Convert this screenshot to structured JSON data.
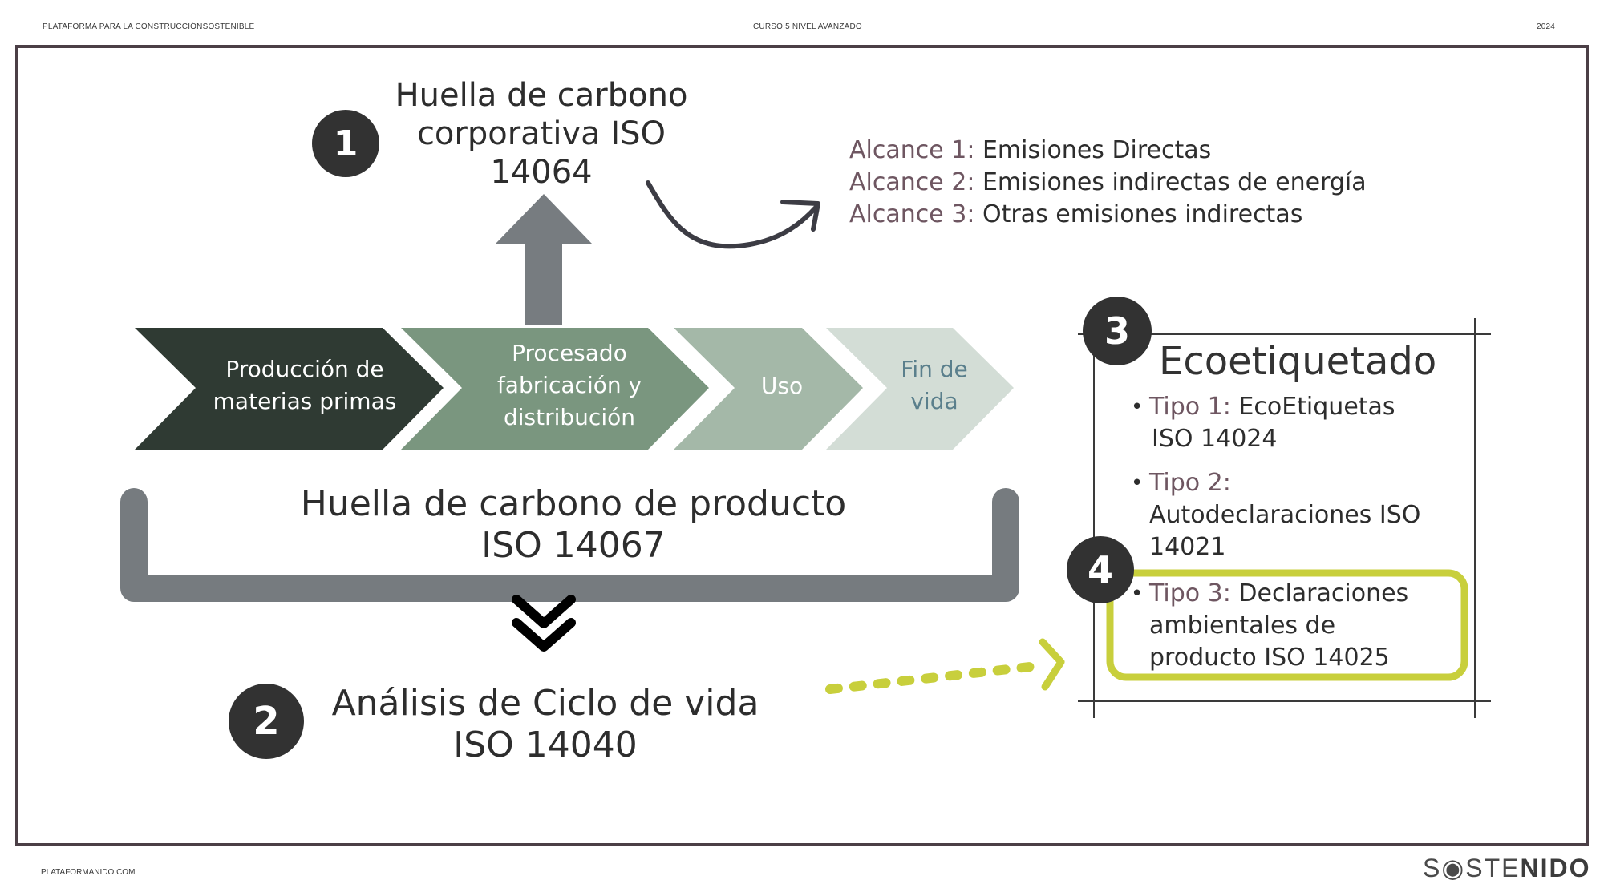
{
  "header": {
    "left": "PLATAFORMA PARA LA CONSTRUCCIÓNSOSTENIBLE",
    "center": "CURSO 5 NIVEL AVANZADO",
    "right": "2024"
  },
  "footer": {
    "left": "PLATAFORMANIDO.COM",
    "logo_part1": "S",
    "logo_part2": "STE",
    "logo_part3": "NIDO"
  },
  "corporate": {
    "number": "1",
    "title_line1": "Huella de carbono",
    "title_line2": "corporativa ISO",
    "title_line3": "14064"
  },
  "scopes": [
    {
      "key": "Alcance 1:",
      "text": " Emisiones Directas"
    },
    {
      "key": "Alcance 2:",
      "text": " Emisiones indirectas de energía"
    },
    {
      "key": "Alcance 3:",
      "text": " Otras emisiones indirectas"
    }
  ],
  "lifecycle_steps": [
    {
      "line1": "Producción de",
      "line2": "materias primas",
      "line3": "",
      "color": "#2f3a33",
      "text_color": "#ffffff"
    },
    {
      "line1": "Procesado",
      "line2": "fabricación y",
      "line3": "distribución",
      "color": "#7a967f",
      "text_color": "#ffffff"
    },
    {
      "line1": "Uso",
      "line2": "",
      "line3": "",
      "color": "#a4b8a8",
      "text_color": "#ffffff"
    },
    {
      "line1": "Fin de",
      "line2": "vida",
      "line3": "",
      "color": "#d3ddd6",
      "text_color": "#5a7f8c"
    }
  ],
  "product": {
    "line1": "Huella de carbono de producto",
    "line2": "ISO 14067"
  },
  "lca": {
    "number": "2",
    "line1": "Análisis de Ciclo de vida",
    "line2": "ISO 14040"
  },
  "ecolabel": {
    "number": "3",
    "title": "Ecoetiquetado",
    "bullet": "•",
    "type1_key": "Tipo 1:",
    "type1_line1": " EcoEtiquetas",
    "type1_line2": "ISO 14024",
    "type2_key": "Tipo 2:",
    "type2_line2": "Autodeclaraciones ISO",
    "type2_line3": "14021",
    "type3_number": "4",
    "type3_key": "Tipo 3:",
    "type3_line1": " Declaraciones",
    "type3_line2": "ambientales de",
    "type3_line3": "producto ISO 14025"
  },
  "colors": {
    "frame": "#4b3f46",
    "arrow_gray": "#777c80",
    "bracket_gray": "#767b7f",
    "highlight": "#c8cf3c",
    "scope_key": "#6e5661",
    "badge": "#323232"
  }
}
